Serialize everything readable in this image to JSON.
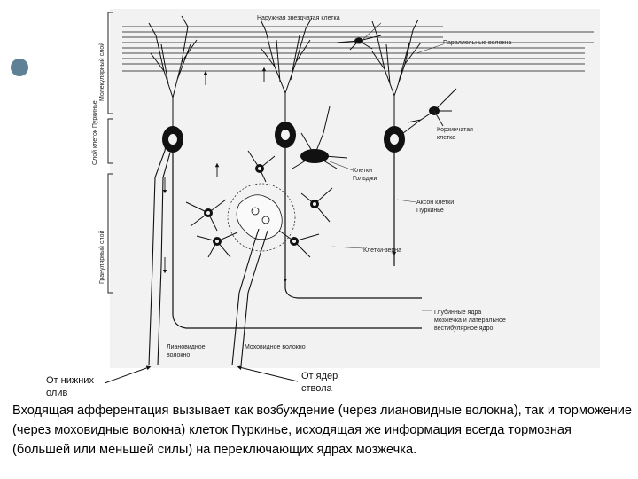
{
  "layers": {
    "molecular": "Молекулярный слой",
    "purkinje": "Слой клеток Пуркинье",
    "granular": "Гранулярный слой"
  },
  "labels": {
    "outer_stellate": "Наружная звездчатая клетка",
    "parallel_fibers": "Параллельные волокна",
    "basket_cell_1": "Корзинчатая",
    "basket_cell_2": "клетка",
    "golgi_cell_1": "Клетки",
    "golgi_cell_2": "Гольджи",
    "purkinje_axon_1": "Аксон клетки",
    "purkinje_axon_2": "Пуркинье",
    "granule_cells": "Клетки-зерна",
    "deep_nuclei_1": "Глубинные ядра",
    "deep_nuclei_2": "мозжечка и латеральное",
    "deep_nuclei_3": "вестибулярное ядро",
    "climbing_fiber_1": "Лиановидное",
    "climbing_fiber_2": "волокно",
    "mossy_fiber": "Моховидное волокно"
  },
  "annotations": {
    "inferior_olive_1": "От нижних",
    "inferior_olive_2": "олив",
    "brainstem_1": "От ядер",
    "brainstem_2": "ствола"
  },
  "caption": "Входящая афферентация вызывает как возбуждение (через лиановидные волокна), так и торможение (через моховидные волокна) клеток Пуркинье, исходящая же информация всегда тормозная (большей или меньшей силы) на переключающих ядрах мозжечка.",
  "colors": {
    "bullet": "#5e8196",
    "ink": "#111111",
    "panel": "#f2f2f2"
  }
}
